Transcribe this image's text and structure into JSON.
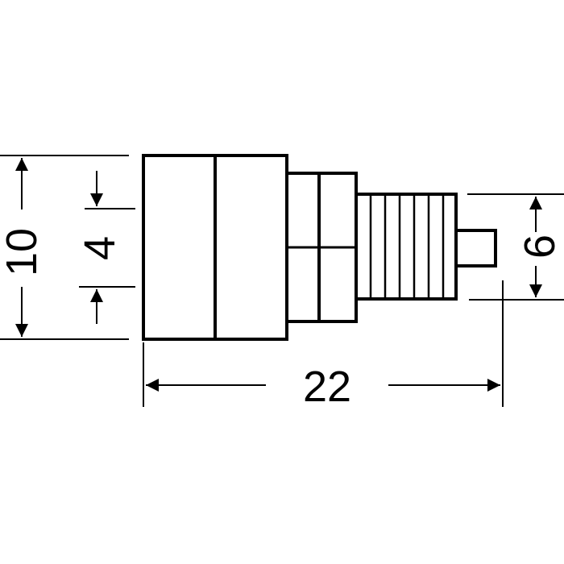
{
  "dimensions": {
    "height_total": "10",
    "inner_height": "4",
    "width_total": "22",
    "pin_height": "6"
  },
  "colors": {
    "line": "#000000",
    "background": "#ffffff"
  }
}
